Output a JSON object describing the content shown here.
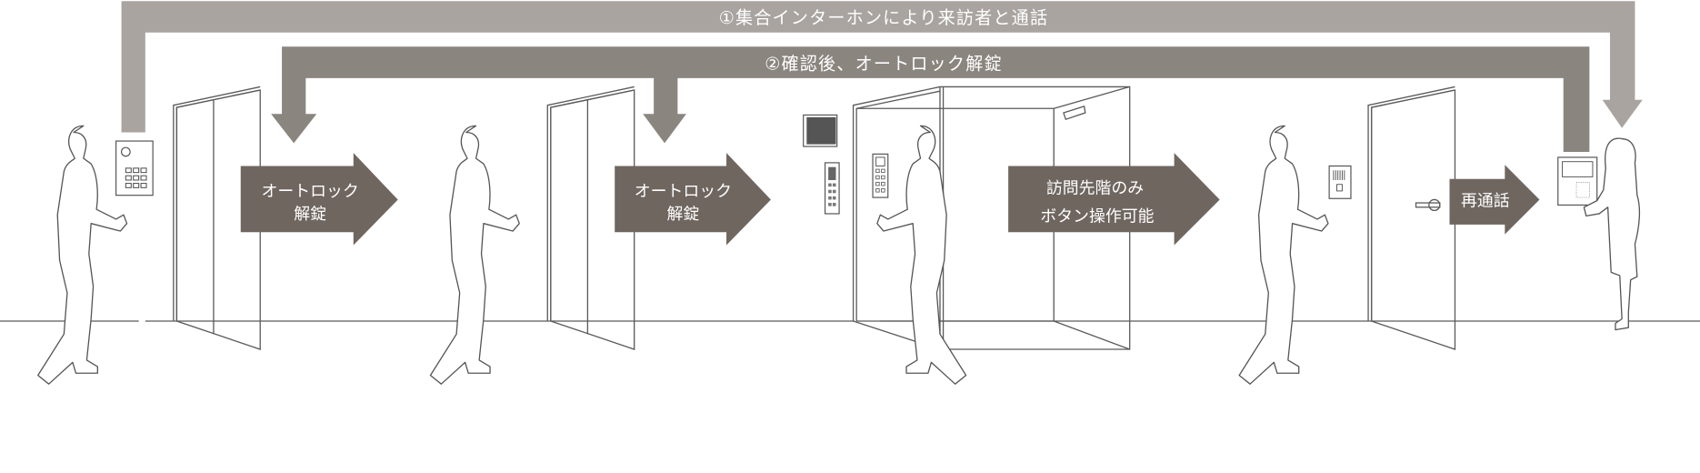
{
  "colors": {
    "flow1": "#a9a4a0",
    "flow2": "#8b8580",
    "step_arrow": "#6f6660",
    "line": "#5a5a5a"
  },
  "flows": [
    {
      "label": "①集合インターホンにより来訪者と通話"
    },
    {
      "label": "②確認後、オートロック解錠"
    }
  ],
  "steps": [
    {
      "lines": [
        "オートロック",
        "解錠"
      ]
    },
    {
      "lines": [
        "オートロック",
        "解錠"
      ]
    },
    {
      "lines": [
        "訪問先階のみ",
        "ボタン操作可能"
      ]
    },
    {
      "lines": [
        "再通話"
      ]
    }
  ]
}
